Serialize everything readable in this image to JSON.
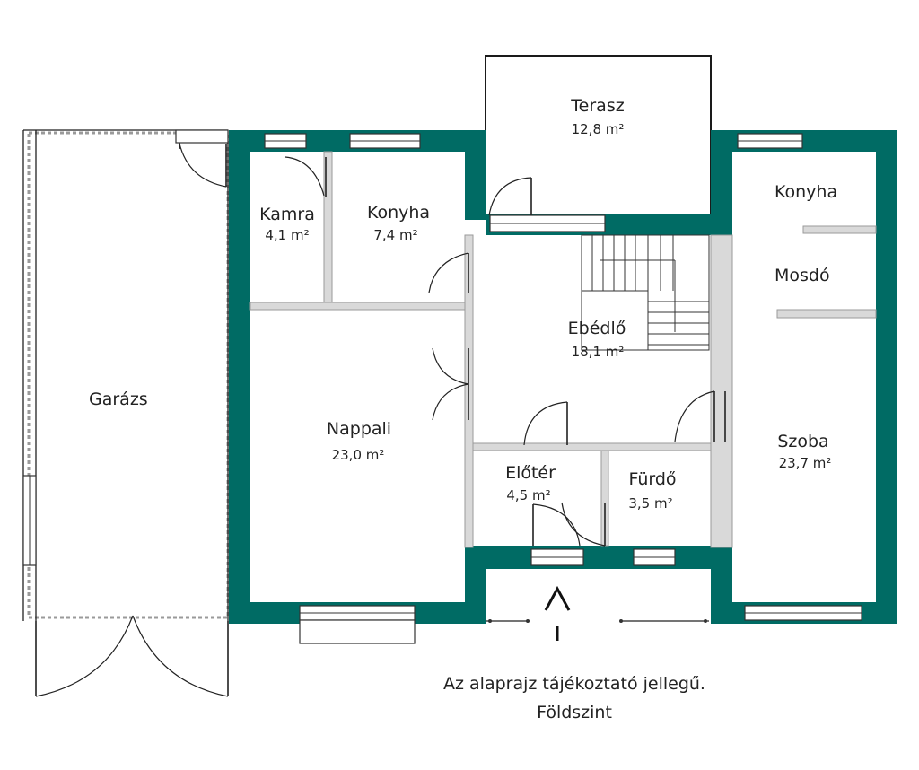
{
  "colors": {
    "wall": "#006b64",
    "inner_wall": "#d9d9d9",
    "line": "#1a1a1a",
    "background": "#ffffff"
  },
  "rooms": {
    "terasz": {
      "name": "Terasz",
      "area": "12,8 m²"
    },
    "kamra": {
      "name": "Kamra",
      "area": "4,1 m²"
    },
    "konyha": {
      "name": "Konyha",
      "area": "7,4 m²"
    },
    "ebedlo": {
      "name": "Ebédlő",
      "area": "18,1 m²"
    },
    "nappali": {
      "name": "Nappali",
      "area": "23,0 m²"
    },
    "eloter": {
      "name": "Előtér",
      "area": "4,5 m²"
    },
    "furdo": {
      "name": "Fürdő",
      "area": "3,5 m²"
    },
    "szoba": {
      "name": "Szoba",
      "area": "23,7 m²"
    },
    "garazs": {
      "name": "Garázs"
    },
    "konyha2": {
      "name": "Konyha"
    },
    "mosdo": {
      "name": "Mosdó"
    }
  },
  "notes": {
    "disclaimer": "Az alaprajz tájékoztató jellegű.",
    "floor": "Földszint"
  },
  "icons": {
    "entrance": "entrance-arrow-icon"
  }
}
